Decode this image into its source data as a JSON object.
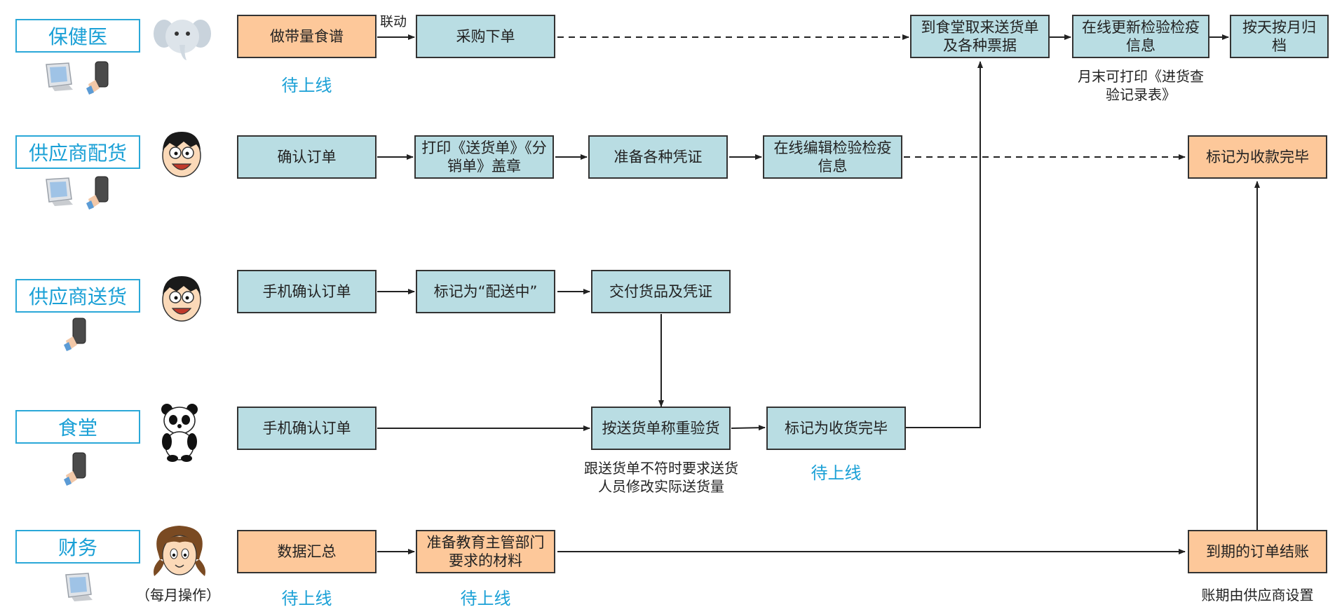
{
  "roles": {
    "health_doctor": "保健医",
    "supplier_dispatch": "供应商配货",
    "supplier_delivery": "供应商送货",
    "canteen": "食堂",
    "finance": "财务"
  },
  "boxes": {
    "menu": "做带量食谱",
    "purchase_order": "采购下单",
    "fetch_docs": "到食堂取来送货单及各种票据",
    "update_inspection": "在线更新检验检疫信息",
    "archive": "按天按月归档",
    "confirm_order_1": "确认订单",
    "print_slips": "打印《送货单》《分销单》盖章",
    "prepare_vouchers": "准备各种凭证",
    "edit_inspection": "在线编辑检验检疫信息",
    "mark_paid": "标记为收款完毕",
    "mobile_confirm_1": "手机确认订单",
    "mark_delivering": "标记为“配送中”",
    "deliver_goods": "交付货品及凭证",
    "mobile_confirm_2": "手机确认订单",
    "weigh_check": "按送货单称重验货",
    "mark_received": "标记为收货完毕",
    "data_summary": "数据汇总",
    "prepare_materials": "准备教育主管部门要求的材料",
    "settle_orders": "到期的订单结账"
  },
  "labels": {
    "linked": "联动",
    "pending_menu": "待上线",
    "pending_received": "待上线",
    "pending_summary": "待上线",
    "pending_materials": "待上线",
    "print_monthly": "月末可打印《进货查验记录表》",
    "mismatch_note": "跟送货单不符时要求送货人员修改实际送货量",
    "payment_term_note": "账期由供应商设置",
    "monthly_operation": "（每月操作）"
  },
  "colors": {
    "role_border": "#2aa8d8",
    "task_box": "#b9dde3",
    "pending_box": "#fdc89a",
    "pending_text": "#1aa0d6"
  },
  "icons": [
    "desktop-computer-icon",
    "mobile-phone-icon",
    "elephant-avatar-icon",
    "boy-avatar-icon",
    "panda-avatar-icon",
    "girl-avatar-icon"
  ]
}
